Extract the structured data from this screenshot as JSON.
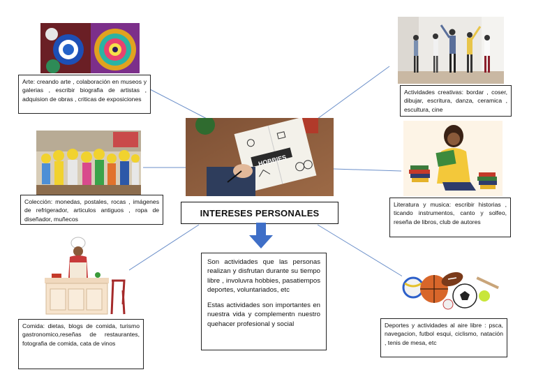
{
  "central": {
    "title": "INTERESES PERSONALES",
    "description_1": "Son actividades que las personas realizan y disfrutan durante su tiempo libre , involuvra hobbies, pasatiempos deportes, voluntariados, etc",
    "description_2": "Estas actividades son importantes en nuestra vida y complementn nuestro quehacer profesional y social",
    "hobbies_card_text": "HOBBIES"
  },
  "nodes": {
    "arte": "Arte: creando arte , colaboración en museos y galerias , escribir biografia de artistas , adquision de obras , criticas de exposiciones",
    "actividades_creativas": "Actividades creativas: bordar , coser, dibujar, escritura, danza, ceramica , escultura, cine",
    "coleccion": "Colección: monedas, postales, rocas , imágenes de refrigerador, articulos antiguos , ropa de diseñador, muñecos",
    "literatura": "Literatura y musica: escribir historias , ticando instrumentos, canto y solfeo, reseña de libros, club de autores",
    "comida": "Comida: dietas, blogs de comida, turismo gastronomico,reseñas de restaurantes, fotografia de comida, cata de vinos",
    "deportes": "Deportes y actividades al aire libre : psca, navegacion, futbol esqui, ciclismo, natación , tenis de mesa, etc"
  },
  "colors": {
    "connector": "#6b8fc9",
    "arrow": "#3f6fc7",
    "border": "#222222"
  }
}
